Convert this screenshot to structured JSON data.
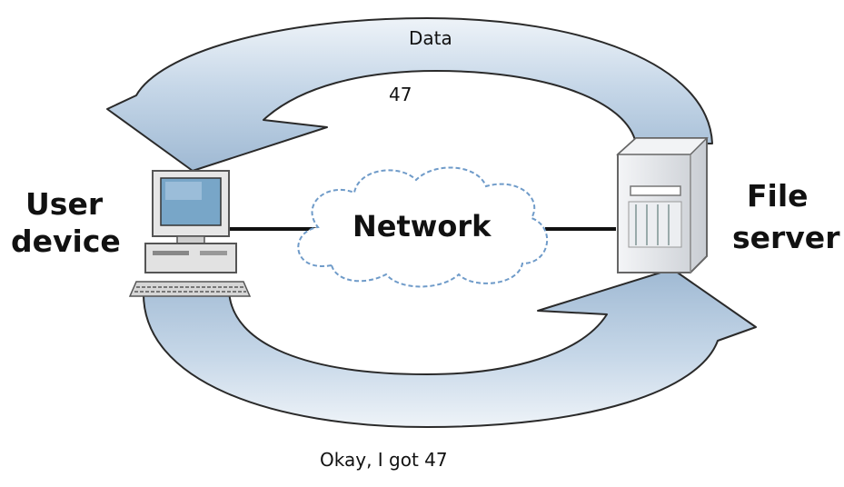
{
  "labels": {
    "data_arrow": "Data",
    "data_value": "47",
    "network": "Network",
    "user_device_line1": "User",
    "user_device_line2": "device",
    "file_server_line1": "File",
    "file_server_line2": "server",
    "ack_message": "Okay, I got 47"
  },
  "colors": {
    "arrow_fill": "#b8ccdf",
    "arrow_highlight": "#e8eff6",
    "arrow_stroke": "#2a2a2a",
    "cloud_fill": "#ffffff",
    "cloud_stroke": "#6f9bc9",
    "link_line": "#111111",
    "monitor_screen": "#78a6c8",
    "server_body": "#e3e6ea"
  }
}
